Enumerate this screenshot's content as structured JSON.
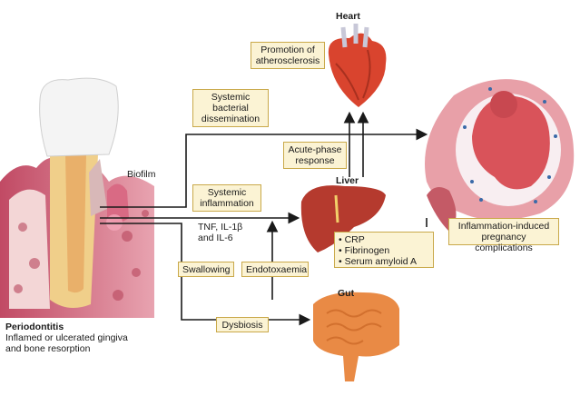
{
  "organs": {
    "heart_title": "Heart",
    "liver_title": "Liver",
    "gut_title": "Gut",
    "biofilm": "Biofilm"
  },
  "boxes": {
    "promotion_l1": "Promotion of",
    "promotion_l2": "atherosclerosis",
    "systemic_bact_l1": "Systemic",
    "systemic_bact_l2": "bacterial",
    "systemic_bact_l3": "dissemination",
    "acute_l1": "Acute-phase",
    "acute_l2": "response",
    "systemic_infl_l1": "Systemic",
    "systemic_infl_l2": "inflammation",
    "swallowing": "Swallowing",
    "endotoxaemia": "Endotoxaemia",
    "dysbiosis": "Dysbiosis",
    "pregnancy_l1": "Inflammation-induced",
    "pregnancy_l2": "pregnancy complications"
  },
  "cytokines": {
    "l1": "TNF, IL-1β",
    "l2": "and IL-6"
  },
  "liver_products": [
    "CRP",
    "Fibrinogen",
    "Serum amyloid A"
  ],
  "periodontitis": {
    "title": "Periodontitis",
    "l1": "Inflamed or ulcerated gingiva",
    "l2": "and bone resorption"
  }
}
